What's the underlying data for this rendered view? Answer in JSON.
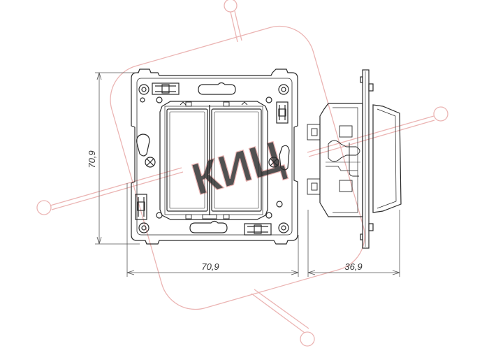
{
  "dimensions": {
    "height_front": "70,9",
    "width_front": "70,9",
    "depth_side": "36,9"
  },
  "watermark": {
    "text": "КИЦ",
    "color": "#e8a8a6"
  },
  "colors": {
    "line": "#2a2a2a",
    "dim": "#555555",
    "paper": "#ffffff"
  }
}
